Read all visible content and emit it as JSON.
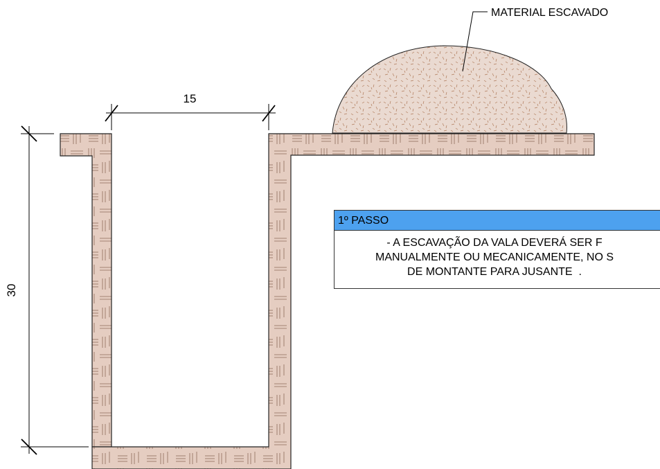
{
  "dimensions": {
    "width_label": "15",
    "height_label": "30"
  },
  "leader": {
    "label": "MATERIAL ESCAVADO"
  },
  "note": {
    "title": "1º PASSO",
    "lines": [
      "- A ESCAVAÇÃO DA VALA DEVERÁ SER F",
      "MANUALMENTE OU MECANICAMENTE, NO S",
      "DE MONTANTE PARA JUSANTE  ."
    ]
  },
  "colors": {
    "soil": "#e5cdc1",
    "soil_hatch": "#8e6a5a",
    "pile": "#eadad1",
    "pile_speckle": "#b07a5a",
    "note_header": "#4da1ef"
  }
}
